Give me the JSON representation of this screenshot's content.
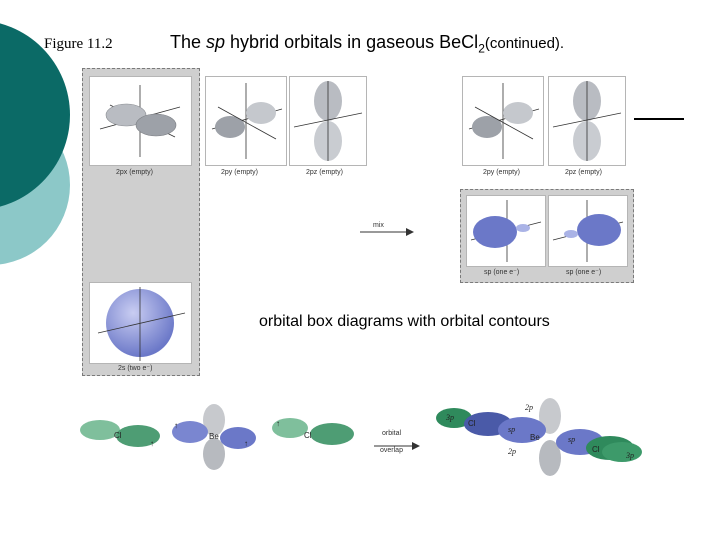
{
  "figure_label": "Figure 11.2",
  "title": {
    "prefix": "The ",
    "emph": "sp",
    "middle": " hybrid orbitals in gaseous BeCl",
    "subscript": "2",
    "suffix": "(continued)."
  },
  "orbitals": {
    "px_empty": "2px (empty)",
    "py_empty": "2py (empty)",
    "pz_empty": "2pz (empty)",
    "s_two": "2s (two e⁻)",
    "py_empty_right": "2py (empty)",
    "pz_empty_right": "2pz (empty)",
    "sp_one_a": "sp (one e⁻)",
    "sp_one_b": "sp (one e⁻)"
  },
  "mix_label": "mix",
  "caption": "orbital box diagrams with orbital contours",
  "bottom": {
    "cl_left": "Cl",
    "be_center": "Be",
    "cl_right": "Cl",
    "arrow_label_1": "orbital",
    "arrow_label_2": "overlap",
    "up_arrow": "↑",
    "p3_left": "3p",
    "sp_a": "sp",
    "sp_b": "sp",
    "p2_top": "2p",
    "p2_bottom": "2p",
    "be_result": "Be",
    "cl_result_left": "Cl",
    "cl_result_right": "Cl",
    "p3_right": "3p"
  },
  "colors": {
    "teal_dark": "#0b6a66",
    "teal_light": "#8cc8c8",
    "orbital_gray": "#b9bcc2",
    "orbital_blue": "#6b78c8",
    "orbital_green": "#3d9a6a",
    "panel_gray": "#cfcfcf"
  }
}
